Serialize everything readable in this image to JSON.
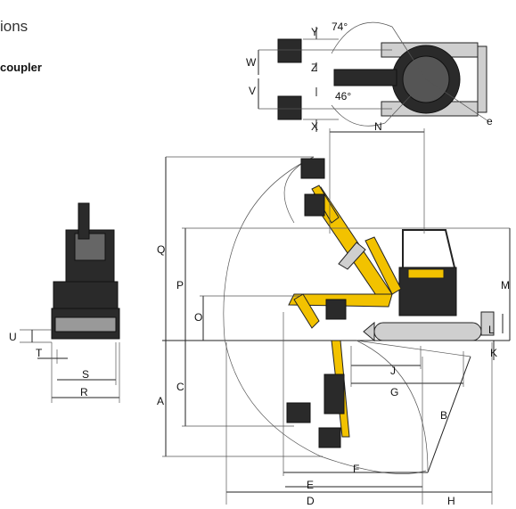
{
  "heading": "ions",
  "subheading": "coupler",
  "labels": {
    "Y": "Y",
    "W": "W",
    "Z": "Z",
    "V": "V",
    "X": "X",
    "angle_74": "74°",
    "angle_46": "46°",
    "e": "e",
    "N": "N",
    "O": "O",
    "P": "P",
    "Q": "Q",
    "M": "M",
    "U": "U",
    "T": "T",
    "S": "S",
    "R": "R",
    "A": "A",
    "C": "C",
    "J": "J",
    "G": "G",
    "K": "K",
    "L": "L",
    "B": "B",
    "F": "F",
    "E": "E",
    "D": "D",
    "H": "H"
  },
  "colors": {
    "boom": "#f2c200",
    "body": "#2a2a2a",
    "line": "#222222"
  }
}
